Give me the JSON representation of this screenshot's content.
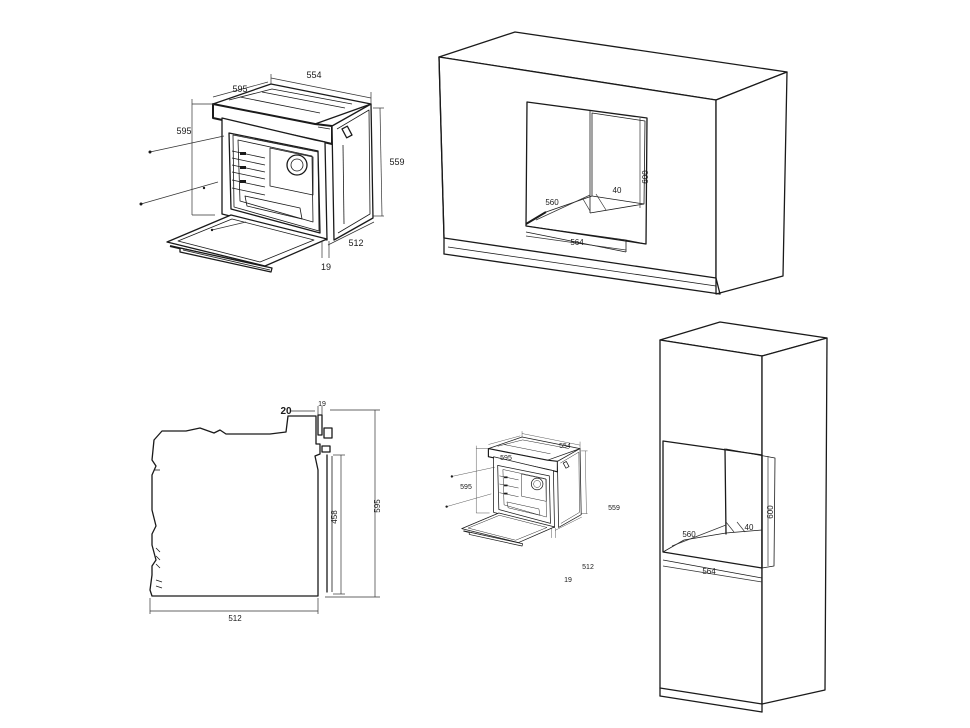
{
  "oven_large": {
    "width_top": "554",
    "width_front": "595",
    "height_front": "595",
    "height_side": "559",
    "depth": "512",
    "door_thickness": "19"
  },
  "cabinet_wall": {
    "depth_label": "560",
    "gap_label": "40",
    "height_label": "600",
    "width_label": "564"
  },
  "side_profile": {
    "top_offset": "20",
    "door_thickness": "19",
    "inner_height": "458",
    "total_height": "595",
    "depth": "512"
  },
  "oven_small": {
    "width_top": "554",
    "width_front": "595",
    "height_front": "595",
    "height_side": "559",
    "depth": "512",
    "door_thickness": "19"
  },
  "cabinet_tall": {
    "depth_label": "560",
    "gap_label": "40",
    "height_label": "600",
    "width_label": "564"
  }
}
